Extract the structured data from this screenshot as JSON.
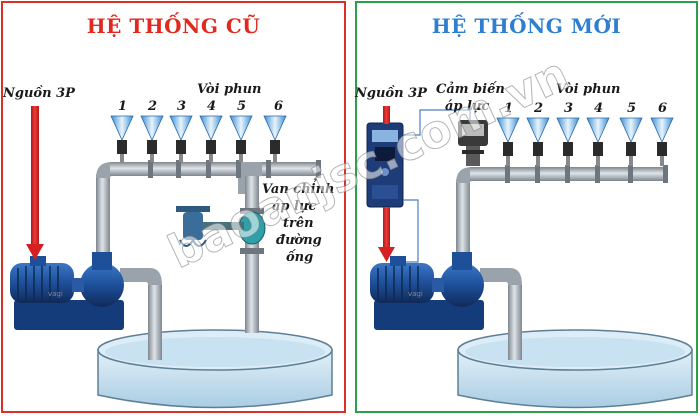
{
  "old": {
    "title": "HỆ THỐNG CŨ",
    "source_label": "Nguồn 3P",
    "sprinkler_label": "Vòi phun",
    "numbers": [
      "1",
      "2",
      "3",
      "4",
      "5",
      "6"
    ],
    "valve_label": [
      "Van chỉnh",
      "áp lực",
      "trên",
      "đường",
      "ống"
    ],
    "brand_tiny": "vagi"
  },
  "new": {
    "title": "HỆ THỐNG MỚI",
    "source_label": "Nguồn 3P",
    "sensor_label": [
      "Cảm biến",
      "áp lực"
    ],
    "sprinkler_label": "Vòi phun",
    "numbers": [
      "1",
      "2",
      "3",
      "4",
      "5",
      "6"
    ],
    "brand_tiny": "vagi"
  },
  "watermark": "baoanjsc.com.vn",
  "colors": {
    "old_border": "#d9302a",
    "new_border": "#2aa04a",
    "old_title": "#e02a20",
    "new_title": "#2f7fd0",
    "arrow": "#d42020",
    "pipe": "#9aa3ab",
    "water": "#bcd9ea",
    "pump": "#1f4f9a"
  }
}
